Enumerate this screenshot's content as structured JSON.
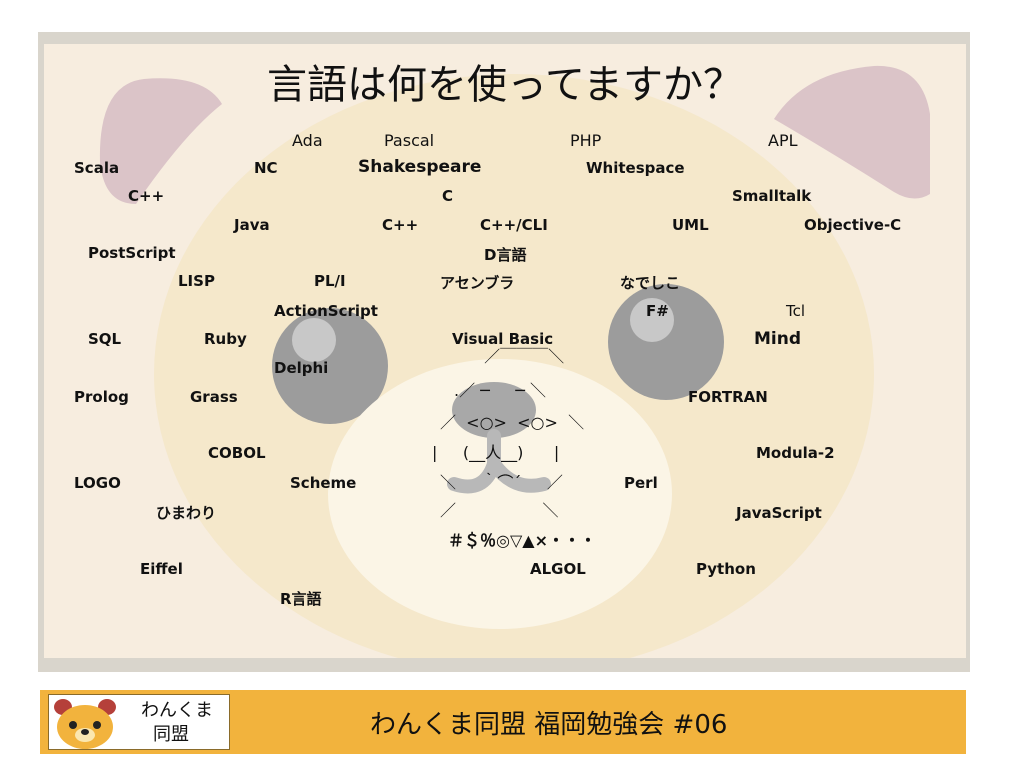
{
  "slide": {
    "title": "言語は何を使ってますか？",
    "languages": [
      {
        "id": "ada",
        "text": "Ada"
      },
      {
        "id": "pascal",
        "text": "Pascal"
      },
      {
        "id": "php",
        "text": "PHP"
      },
      {
        "id": "apl",
        "text": "APL"
      },
      {
        "id": "scala",
        "text": "Scala"
      },
      {
        "id": "nc",
        "text": "NC"
      },
      {
        "id": "shakespeare",
        "text": "Shakespeare"
      },
      {
        "id": "whitespace",
        "text": "Whitespace"
      },
      {
        "id": "cpp1",
        "text": "C++"
      },
      {
        "id": "c",
        "text": "C"
      },
      {
        "id": "smalltalk",
        "text": "Smalltalk"
      },
      {
        "id": "java",
        "text": "Java"
      },
      {
        "id": "cpp2",
        "text": "C++"
      },
      {
        "id": "cppcli",
        "text": "C++/CLI"
      },
      {
        "id": "uml",
        "text": "UML"
      },
      {
        "id": "objc",
        "text": "Objective-C"
      },
      {
        "id": "postscript",
        "text": "PostScript"
      },
      {
        "id": "dlang",
        "text": "D言語"
      },
      {
        "id": "lisp",
        "text": "LISP"
      },
      {
        "id": "pli",
        "text": "PL/I"
      },
      {
        "id": "assembler",
        "text": "アセンブラ"
      },
      {
        "id": "nadeshiko",
        "text": "なでしこ"
      },
      {
        "id": "actionscript",
        "text": "ActionScript"
      },
      {
        "id": "fsharp",
        "text": "F#"
      },
      {
        "id": "tcl",
        "text": "Tcl"
      },
      {
        "id": "sql",
        "text": "SQL"
      },
      {
        "id": "ruby",
        "text": "Ruby"
      },
      {
        "id": "vb",
        "text": "Visual Basic"
      },
      {
        "id": "mind",
        "text": "Mind"
      },
      {
        "id": "delphi",
        "text": "Delphi"
      },
      {
        "id": "prolog",
        "text": "Prolog"
      },
      {
        "id": "grass",
        "text": "Grass"
      },
      {
        "id": "fortran",
        "text": "FORTRAN"
      },
      {
        "id": "cobol",
        "text": "COBOL"
      },
      {
        "id": "modula2",
        "text": "Modula-2"
      },
      {
        "id": "logo",
        "text": "LOGO"
      },
      {
        "id": "scheme",
        "text": "Scheme"
      },
      {
        "id": "perl",
        "text": "Perl"
      },
      {
        "id": "himawari",
        "text": "ひまわり"
      },
      {
        "id": "javascript",
        "text": "JavaScript"
      },
      {
        "id": "eiffel",
        "text": "Eiffel"
      },
      {
        "id": "algol",
        "text": "ALGOL"
      },
      {
        "id": "python",
        "text": "Python"
      },
      {
        "id": "rlang",
        "text": "R言語"
      }
    ],
    "ascii_art": [
      "  ／￣￣￣＼",
      ".／ ─     ─ ＼",
      "／  <○>  <○>  ＼",
      "|     (__人__)      |",
      "＼     ｀⌒´     ／",
      "／                 ＼",
      "＃＄％◎▽▲×・・・"
    ]
  },
  "footer": {
    "logo_line1": "わんくま",
    "logo_line2": "同盟",
    "text": "わんくま同盟 福岡勉強会 #06"
  },
  "colors": {
    "slide_bg": "#f7eddf",
    "frame": "#d9d5cc",
    "footer_bg": "#f2b33d",
    "ear": "#d6bcc4",
    "eye": "#9c9c9c"
  }
}
